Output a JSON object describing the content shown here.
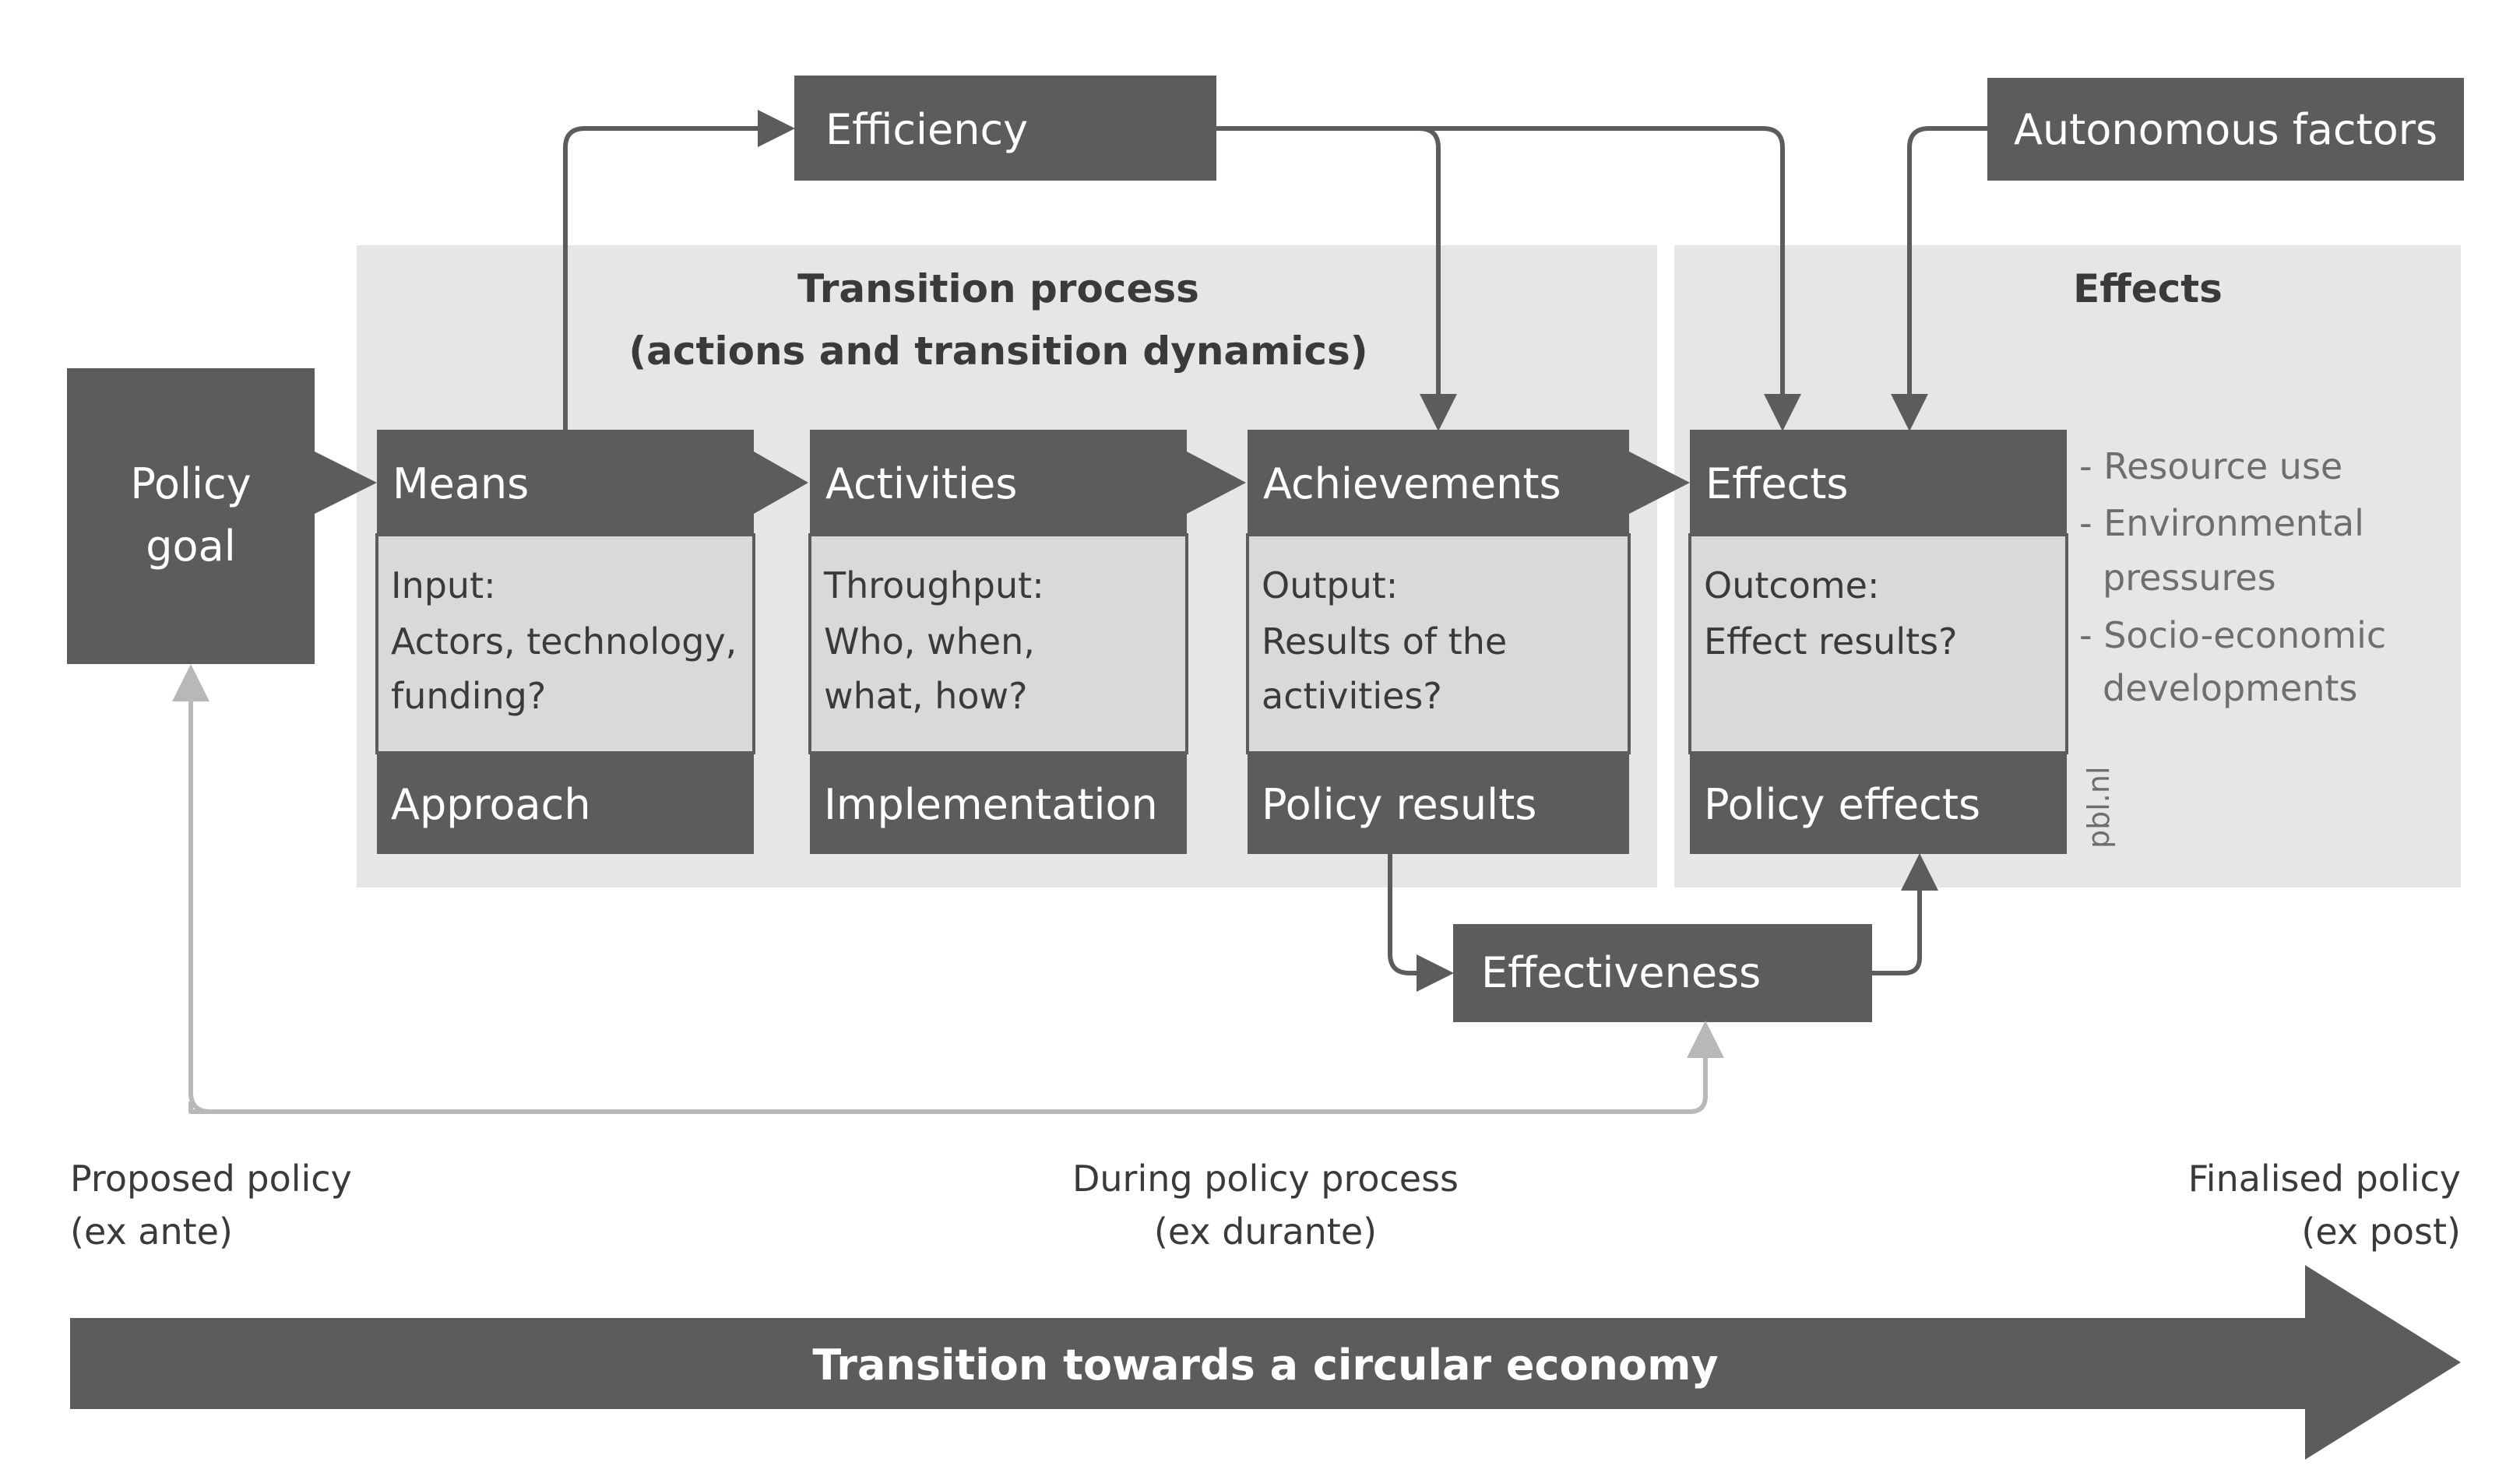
{
  "policy_goal": {
    "line1": "Policy",
    "line2": "goal"
  },
  "efficiency": "Efficiency",
  "autonomous_factors": "Autonomous factors",
  "transition_panel": {
    "title1": "Transition process",
    "title2": "(actions and transition dynamics)"
  },
  "effects_panel": {
    "title": "Effects"
  },
  "columns": [
    {
      "header": "Means",
      "lines": [
        "Input:",
        "Actors, technology,",
        "funding?"
      ],
      "footer": "Approach"
    },
    {
      "header": "Activities",
      "lines": [
        "Throughput:",
        "Who, when,",
        "what, how?"
      ],
      "footer": "Implementation"
    },
    {
      "header": "Achievements",
      "lines": [
        "Output:",
        "Results of the",
        "activities?"
      ],
      "footer": "Policy results"
    },
    {
      "header": "Effects",
      "lines": [
        "Outcome:",
        "Effect results?",
        ""
      ],
      "footer": "Policy effects"
    }
  ],
  "side_list": [
    "- Resource use",
    "- Environmental",
    "pressures",
    "- Socio-economic",
    "developments"
  ],
  "credit": "pbl.nl",
  "effectiveness": "Effectiveness",
  "timeline": {
    "left": [
      "Proposed policy",
      "(ex ante)"
    ],
    "middle": [
      "During policy process",
      "(ex durante)"
    ],
    "right": [
      "Finalised policy",
      "(ex post)"
    ]
  },
  "big_arrow_label": "Transition towards a circular economy"
}
